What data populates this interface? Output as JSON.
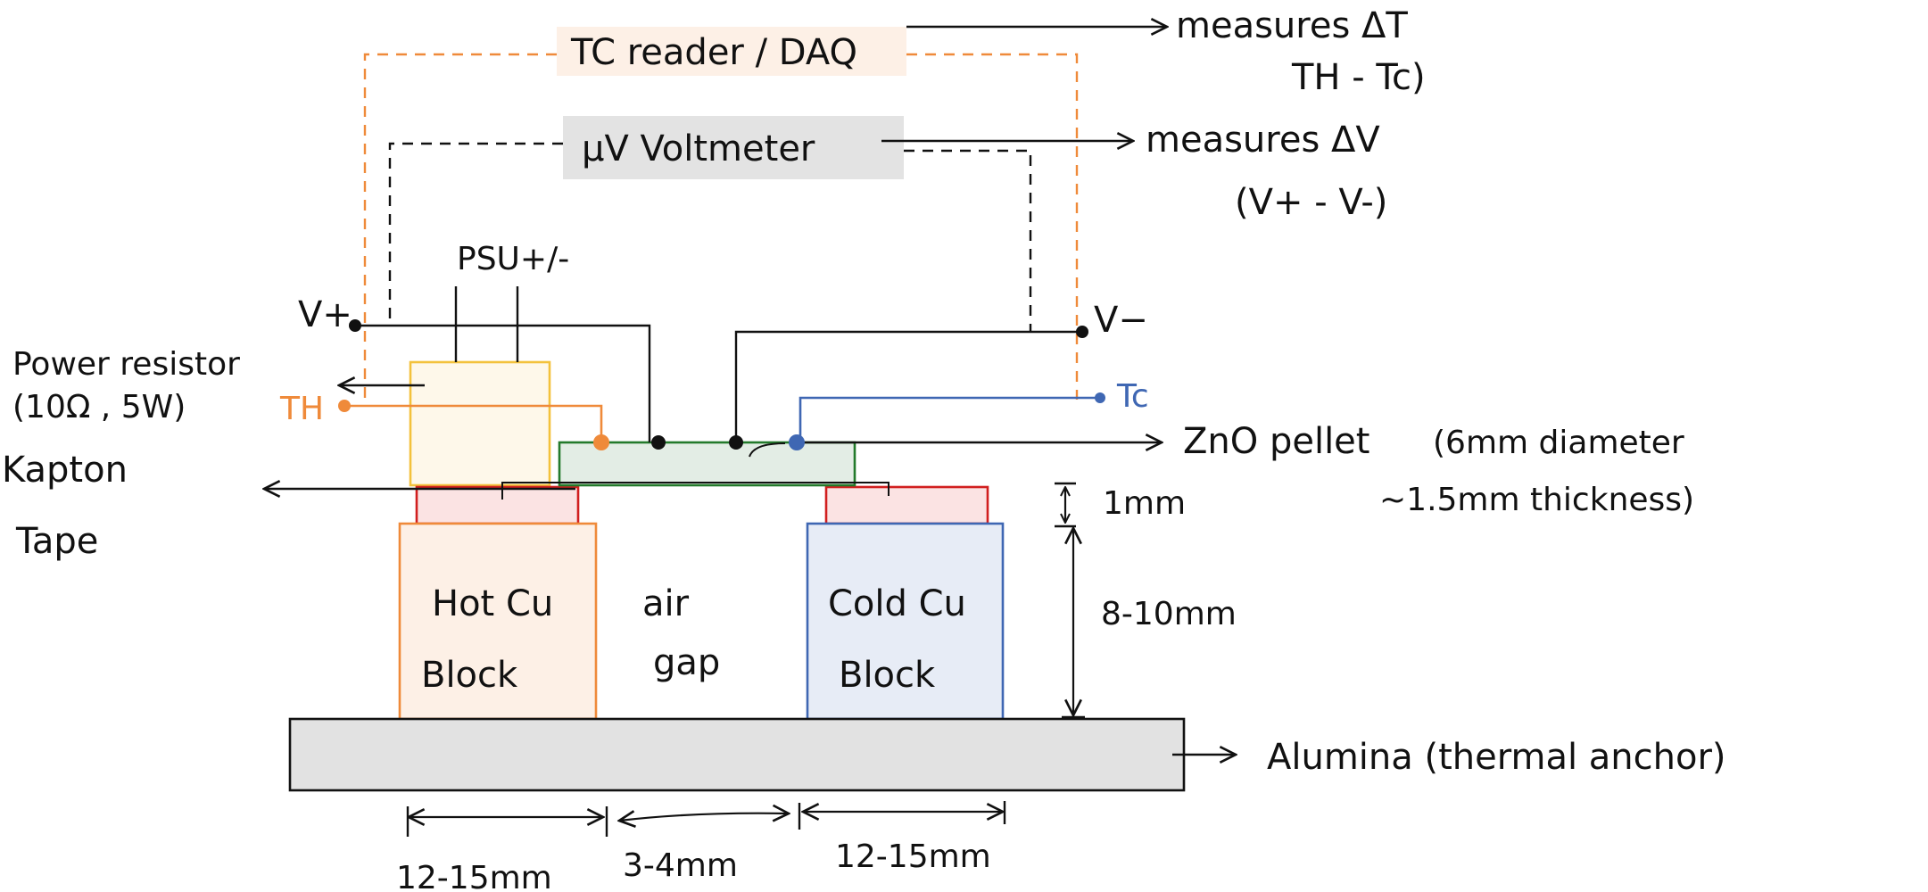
{
  "instruments": {
    "tc_reader": {
      "label": "TC reader / DAQ",
      "fill": "#fdf0e6"
    },
    "voltmeter": {
      "label": "µV Voltmeter",
      "fill": "#e3e3e3"
    }
  },
  "measurements": {
    "delta_t": {
      "label": "measures ΔT",
      "detail": "TH - Tc)"
    },
    "delta_v": {
      "label": "measures ΔV",
      "detail": "(V+ - V-)"
    }
  },
  "terminals": {
    "v_plus": "V+",
    "v_minus": "V−",
    "psu": "PSU+/-",
    "t_hot": "TH",
    "t_cold": "Tc"
  },
  "components": {
    "power_resistor": {
      "label_line1": "Power resistor",
      "label_line2": "(10Ω , 5W)",
      "fill": "#fef8ea",
      "stroke": "#f3c23c"
    },
    "kapton_tape": {
      "label_line1": "Kapton",
      "label_line2": "Tape",
      "fill": "#fbe3e3",
      "stroke": "#d11f1f"
    },
    "zno_pellet": {
      "label": "ZnO pellet",
      "detail_line1": "(6mm diameter",
      "detail_line2": "~1.5mm thickness)",
      "fill": "#e3ede5",
      "stroke": "#237a2b"
    },
    "hot_block": {
      "label_line1": "Hot Cu",
      "label_line2": "Block",
      "fill": "#fdf0e6",
      "stroke": "#ef8a3a"
    },
    "cold_block": {
      "label_line1": "Cold Cu",
      "label_line2": "Block",
      "fill": "#e7ecf6",
      "stroke": "#3f67b3"
    },
    "air_gap": {
      "label_line1": "air",
      "label_line2": "gap"
    },
    "alumina": {
      "label": "Alumina (thermal anchor)",
      "fill": "#e2e2e2"
    }
  },
  "dimensions": {
    "pad_thickness": "1mm",
    "block_height": "8-10mm",
    "hot_width": "12-15mm",
    "gap_width": "3-4mm",
    "cold_width": "12-15mm"
  },
  "colors": {
    "tc_wire": "#ef8a3a",
    "cold_tc_wire": "#3f67b3",
    "voltage_wire": "#111111"
  }
}
